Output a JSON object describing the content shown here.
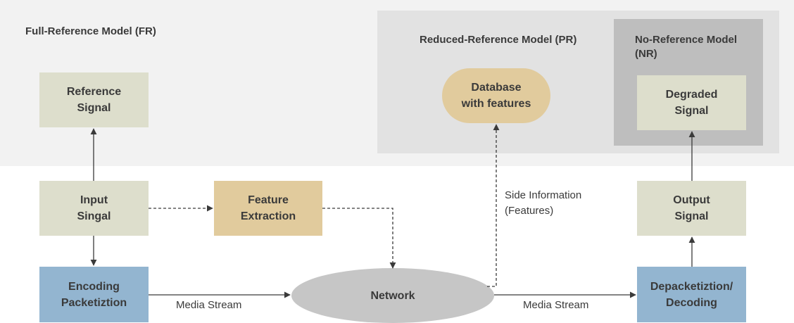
{
  "regions": {
    "full_reference": "Full-Reference Model (FR)",
    "reduced_reference": "Reduced-Reference Model (PR)",
    "no_reference": "No-Reference Model\n(NR)"
  },
  "nodes": {
    "reference_signal": "Reference\nSignal",
    "input_signal": "Input\nSingal",
    "feature_extraction": "Feature\nExtraction",
    "encoding": "Encoding\nPacketiztion",
    "network": "Network",
    "database": "Database\nwith features",
    "degraded_signal": "Degraded\nSignal",
    "output_signal": "Output\nSignal",
    "depacketization": "Depacketiztion/\nDecoding"
  },
  "edges": {
    "media_stream_left": "Media Stream",
    "media_stream_right": "Media Stream",
    "side_information": "Side Information\n(Features)"
  },
  "colors": {
    "fr_background": "#f2f2f2",
    "pr_background": "#e2e2e2",
    "nr_background": "#bebebe",
    "signal_box": "#dddecc",
    "feature_box": "#e1cb9d",
    "codec_box": "#93b5d0",
    "network": "#c6c6c6",
    "arrow": "#3a3a3a"
  }
}
